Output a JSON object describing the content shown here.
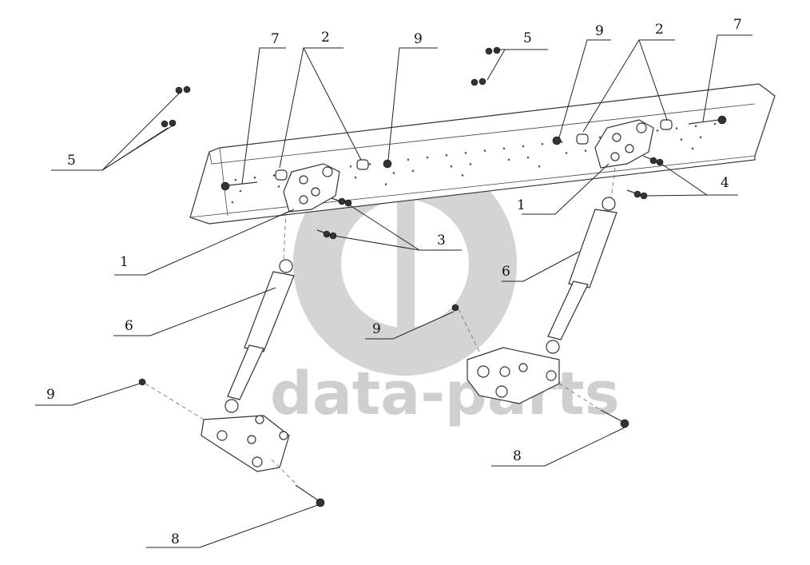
{
  "watermark": {
    "text": "data-parts"
  },
  "callouts": [
    {
      "id": "c7-left",
      "label": "7"
    },
    {
      "id": "c2-left",
      "label": "2"
    },
    {
      "id": "c9-top-left",
      "label": "9"
    },
    {
      "id": "c5-top",
      "label": "5"
    },
    {
      "id": "c9-top-right",
      "label": "9"
    },
    {
      "id": "c2-right",
      "label": "2"
    },
    {
      "id": "c7-right",
      "label": "7"
    },
    {
      "id": "c5-left",
      "label": "5"
    },
    {
      "id": "c4",
      "label": "4"
    },
    {
      "id": "c1-right",
      "label": "1"
    },
    {
      "id": "c3",
      "label": "3"
    },
    {
      "id": "c1-left",
      "label": "1"
    },
    {
      "id": "c6-right",
      "label": "6"
    },
    {
      "id": "c6-left",
      "label": "6"
    },
    {
      "id": "c9-mid",
      "label": "9"
    },
    {
      "id": "c9-low-left",
      "label": "9"
    },
    {
      "id": "c8-right",
      "label": "8"
    },
    {
      "id": "c8-left",
      "label": "8"
    }
  ]
}
